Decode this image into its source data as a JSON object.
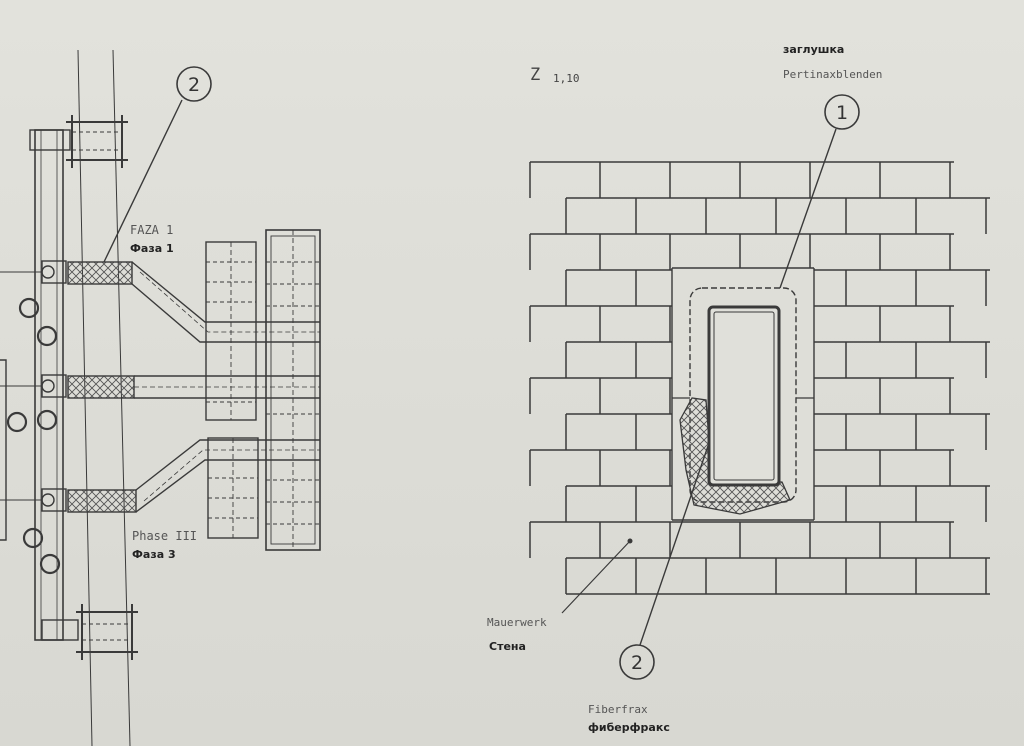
{
  "detail": {
    "title": "Z",
    "scale": "1,10"
  },
  "labels": {
    "faza1_latin": "FAZA 1",
    "faza1_cyr": "Фаза 1",
    "phase3_latin": "Phase III",
    "phase3_cyr": "Фаза 3",
    "zaglushka_cyr": "заглушка",
    "pertinax_latin": "Pertinaxblenden",
    "mauerwerk_latin": "Mauerwerk",
    "mauerwerk_cyr": "Стена",
    "fiberfrax_latin": "Fiberfrax",
    "fiberfrax_cyr": "фиберфракс"
  },
  "markers": {
    "left_callout": "2",
    "top_callout": "1",
    "bottom_callout": "2"
  },
  "colors": {
    "paper": "#dcdcd7",
    "ink": "#3a3a3a"
  }
}
